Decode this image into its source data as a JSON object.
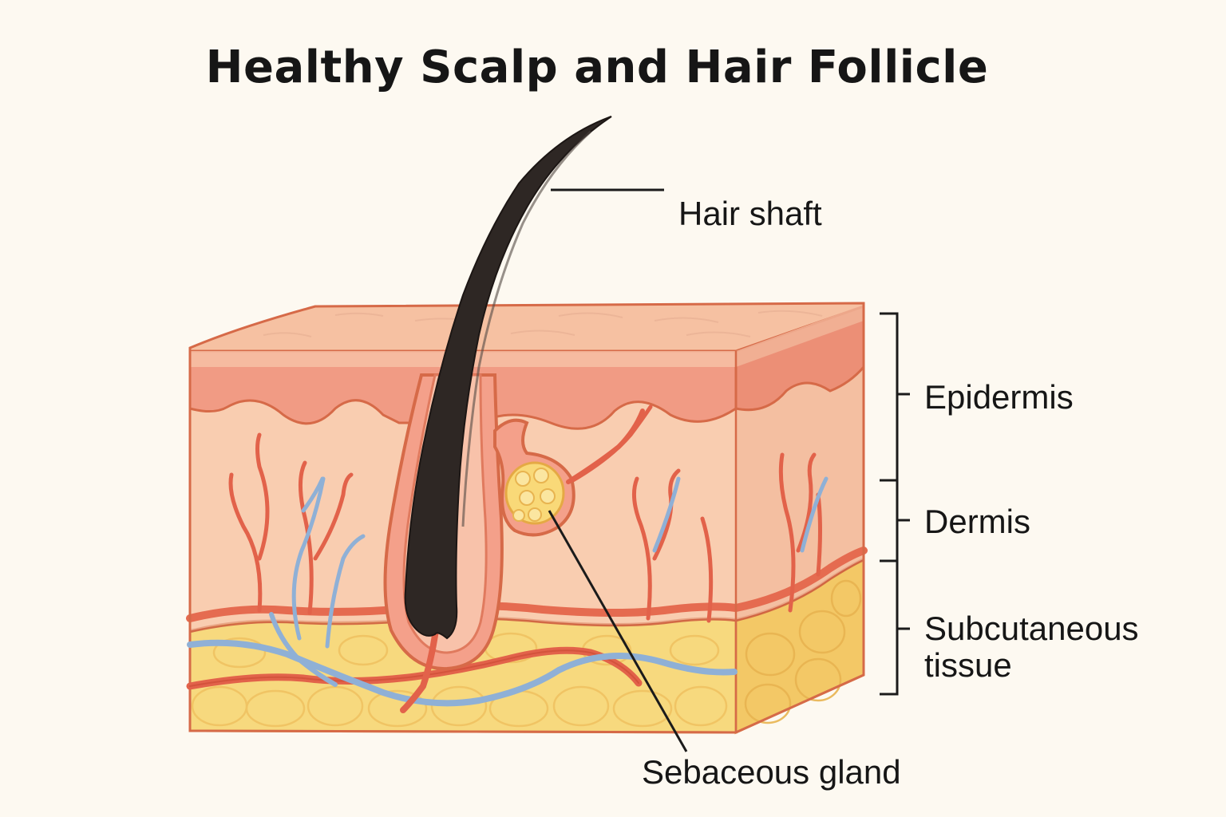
{
  "title": "Healthy Scalp and Hair Follicle",
  "labels": {
    "hair_shaft": "Hair shaft",
    "epidermis": "Epidermis",
    "dermis": "Dermis",
    "subcutaneous_line1": "Subcutaneous",
    "subcutaneous_line2": "tissue",
    "sebaceous_gland": "Sebaceous gland"
  },
  "colors": {
    "background": "#fdf9f1",
    "skin_surface": "#f6c1a2",
    "epidermis": "#f19b84",
    "dermis": "#f9cdb0",
    "fat": "#f7d97e",
    "artery": "#e2624a",
    "vein": "#8fb0d6",
    "hair": "#2e2724",
    "outline": "#d66a48"
  }
}
